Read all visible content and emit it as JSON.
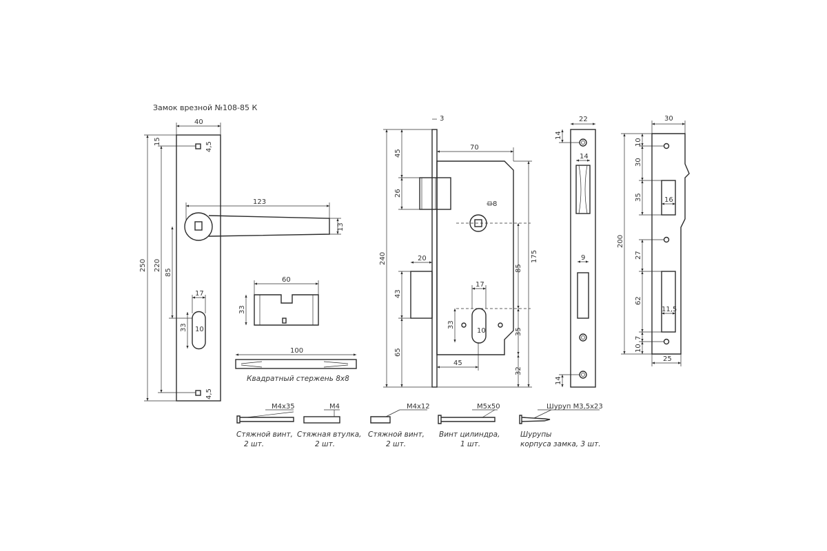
{
  "title": "Замок врезной №108-85 К",
  "handle_plate": {
    "width": "40",
    "top_hole": "15",
    "hole_sq_top": "4,5",
    "hole_sq_bottom": "4,5",
    "lever_length": "123",
    "lever_height": "13",
    "height_total": "250",
    "height_holes": "220",
    "spindle_to_cyl": "85",
    "cyl_width": "17",
    "cyl_height": "33",
    "cyl_circle": "10"
  },
  "cylinder": {
    "length": "60",
    "height": "33"
  },
  "spindle": {
    "length": "100",
    "caption": "Квадратный стержень 8х8"
  },
  "lock_body": {
    "faceplate_thk": "3",
    "backset": "70",
    "latch_offset": "45",
    "latch_height": "26",
    "spindle_sq": "8",
    "height_total": "240",
    "bolt_throw": "20",
    "bolt_height": "43",
    "bottom_offset": "65",
    "spindle_height": "175",
    "distance": "85",
    "cyl_width": "17",
    "cyl_height": "33",
    "cyl_circle": "10",
    "screw_off": "35",
    "cyl_backset": "45",
    "bottom": "32"
  },
  "faceplate": {
    "width": "22",
    "top": "14",
    "latch_w": "14",
    "bolt_w": "9",
    "bottom": "14"
  },
  "strike": {
    "width": "30",
    "height": "200",
    "d10": "10",
    "d30": "30",
    "d35": "35",
    "w16": "16",
    "d27": "27",
    "d62": "62",
    "w115": "11,5",
    "d7": "7",
    "d10b": "10",
    "w25": "25"
  },
  "accessories": [
    {
      "size": "М4х35",
      "caption1": "Стяжной винт,",
      "caption2": "2 шт."
    },
    {
      "size": "М4",
      "caption1": "Стяжная втулка,",
      "caption2": "2 шт."
    },
    {
      "size": "М4х12",
      "caption1": "Стяжной винт,",
      "caption2": "2 шт."
    },
    {
      "size": "М5х50",
      "caption1": "Винт цилиндра,",
      "caption2": "1 шт."
    },
    {
      "size": "Шуруп М3,5х23",
      "caption1": "Шурупы",
      "caption2": "корпуса замка, 3 шт."
    }
  ]
}
